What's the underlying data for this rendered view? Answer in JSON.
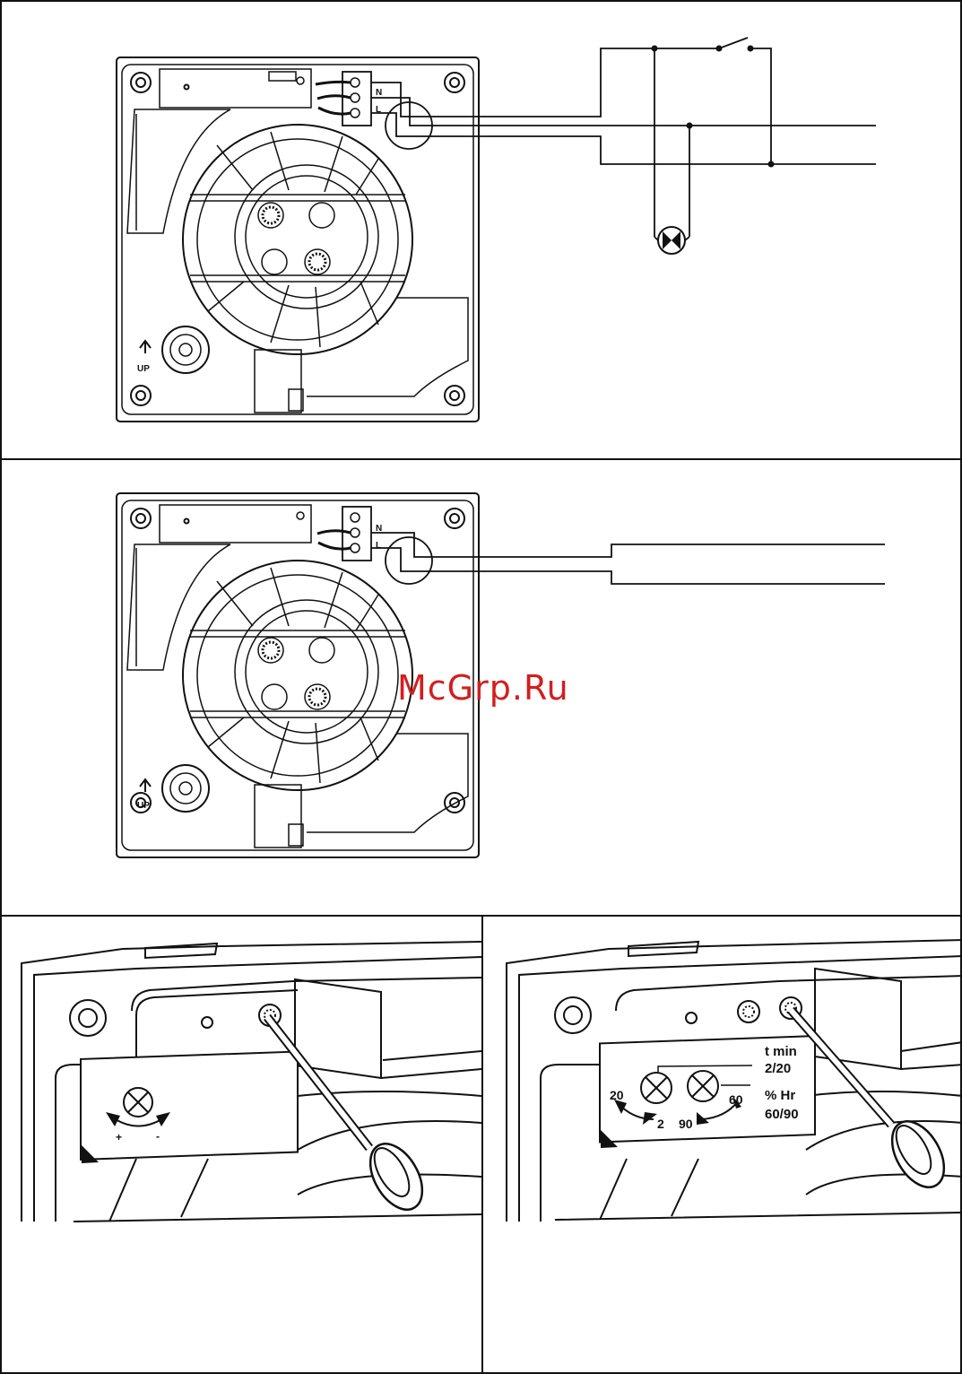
{
  "terminals": {
    "neutral": "N",
    "live": "L"
  },
  "up_marker": {
    "text": "UP"
  },
  "watermark": {
    "text": "McGrp.Ru",
    "color": "#d21f1f"
  },
  "timer_control": {
    "plus": "+",
    "minus": "-"
  },
  "humidity_control": {
    "timer_label": "t min",
    "timer_range": "2/20",
    "timer_min": "2",
    "timer_max": "20",
    "humidity_label": "% Hr",
    "humidity_range": "60/90",
    "humidity_min": "60",
    "humidity_max": "90"
  }
}
